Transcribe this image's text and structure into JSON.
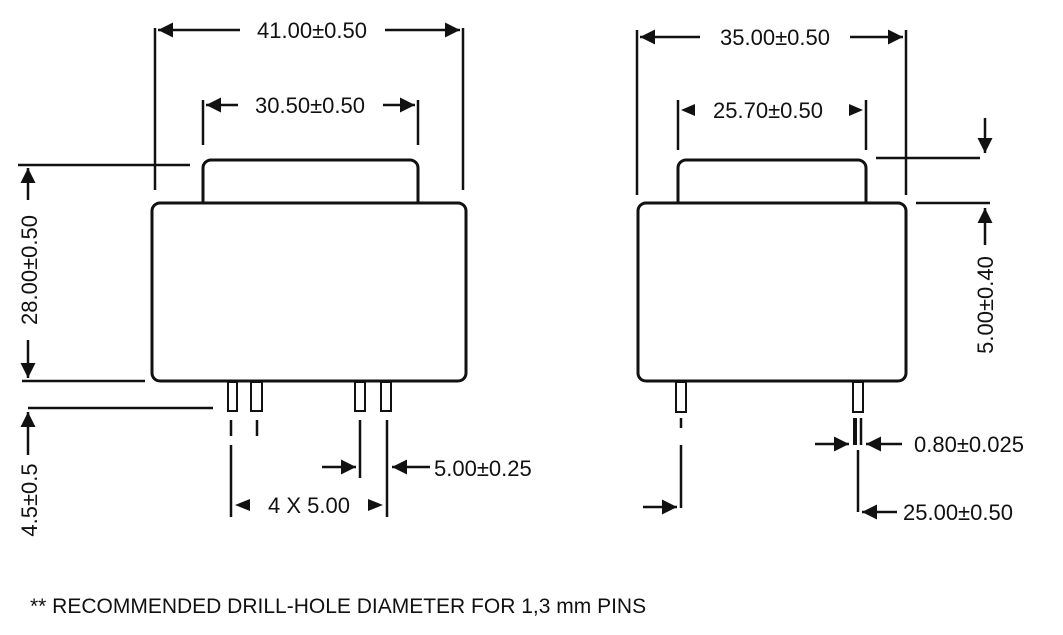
{
  "front_view": {
    "overall_width": "41.00±0.50",
    "tab_width": "30.50±0.50",
    "height": "28.00±0.50",
    "pin_length": "4.5±0.5",
    "pin_pitch_total": "4 X 5.00",
    "pin_pitch": "5.00±0.25"
  },
  "side_view": {
    "overall_width": "35.00±0.50",
    "tab_width": "25.70±0.50",
    "tab_height": "5.00±0.40",
    "pin_diameter": "0.80±0.025",
    "pin_spacing": "25.00±0.50"
  },
  "footnote": "** RECOMMENDED DRILL-HOLE DIAMETER FOR 1,3 mm PINS"
}
